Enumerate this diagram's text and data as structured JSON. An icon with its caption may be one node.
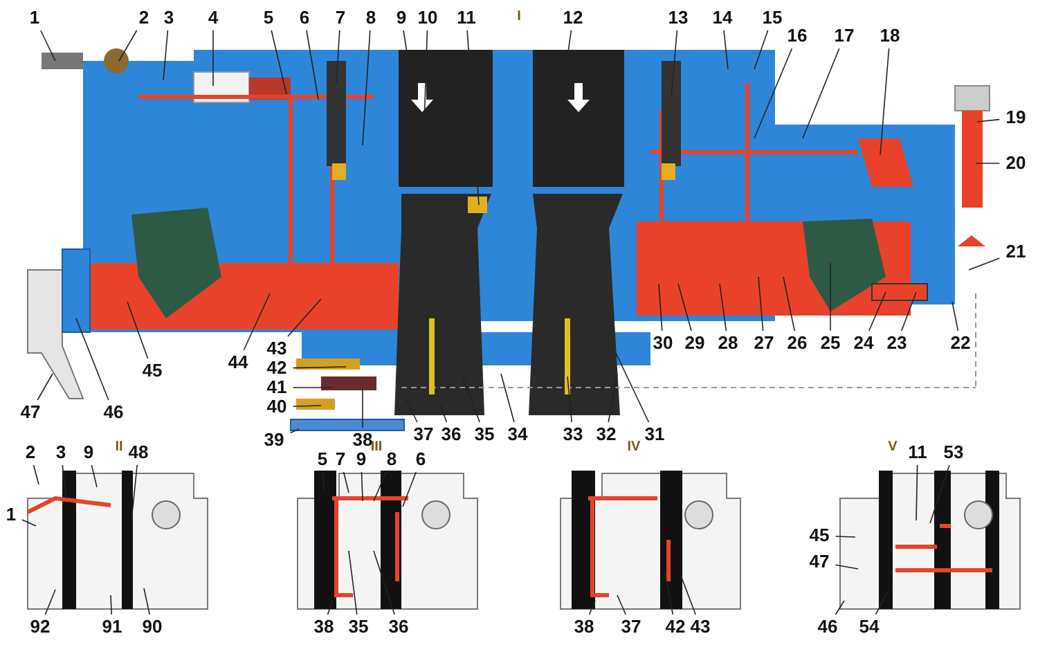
{
  "diagram": {
    "nodes": [
      {
        "text": [
          "1"
        ]
      },
      {
        "text": [
          "2"
        ]
      },
      {
        "text": [
          "3"
        ]
      },
      {
        "text": [
          "4"
        ]
      },
      {
        "text": [
          "5"
        ]
      },
      {
        "text": [
          "6"
        ]
      },
      {
        "text": [
          "7"
        ]
      },
      {
        "text": [
          "8"
        ]
      },
      {
        "text": [
          "9"
        ]
      },
      {
        "text": [
          "10"
        ]
      },
      {
        "text": [
          "11"
        ]
      },
      {
        "text": [
          "12"
        ]
      },
      {
        "text": [
          "13"
        ]
      },
      {
        "text": [
          "14"
        ]
      },
      {
        "text": [
          "15"
        ]
      },
      {
        "text": [
          "16"
        ]
      },
      {
        "text": [
          "17"
        ]
      },
      {
        "text": [
          "18"
        ]
      },
      {
        "text": [
          "19"
        ]
      },
      {
        "text": [
          "20"
        ]
      },
      {
        "text": [
          "21"
        ]
      },
      {
        "text": [
          "22"
        ]
      },
      {
        "text": [
          "23"
        ]
      },
      {
        "text": [
          "24"
        ]
      },
      {
        "text": [
          "25"
        ]
      },
      {
        "text": [
          "26"
        ]
      },
      {
        "text": [
          "27"
        ]
      },
      {
        "text": [
          "28"
        ]
      },
      {
        "text": [
          "29"
        ]
      },
      {
        "text": [
          "30"
        ]
      },
      {
        "text": [
          "31"
        ]
      },
      {
        "text": [
          "32"
        ]
      },
      {
        "text": [
          "33"
        ]
      },
      {
        "text": [
          "34"
        ]
      },
      {
        "text": [
          "35"
        ]
      },
      {
        "text": [
          "36"
        ]
      },
      {
        "text": [
          "37"
        ]
      },
      {
        "text": [
          "38"
        ]
      },
      {
        "text": [
          "39"
        ]
      },
      {
        "text": [
          "40"
        ]
      },
      {
        "text": [
          "41"
        ]
      },
      {
        "text": [
          "42"
        ]
      },
      {
        "text": [
          "43"
        ]
      },
      {
        "text": [
          "44"
        ]
      },
      {
        "text": [
          "45"
        ]
      },
      {
        "text": [
          "46"
        ]
      },
      {
        "text": [
          "47"
        ]
      },
      {
        "text": [
          "2"
        ]
      },
      {
        "text": [
          "3"
        ]
      },
      {
        "text": [
          "9"
        ]
      },
      {
        "text": [
          "48"
        ]
      },
      {
        "text": [
          "1"
        ]
      },
      {
        "text": [
          "92"
        ]
      },
      {
        "text": [
          "91"
        ]
      },
      {
        "text": [
          "90"
        ]
      },
      {
        "text": [
          "5"
        ]
      },
      {
        "text": [
          "7"
        ]
      },
      {
        "text": [
          "9"
        ]
      },
      {
        "text": [
          "8"
        ]
      },
      {
        "text": [
          "6"
        ]
      },
      {
        "text": [
          "38"
        ]
      },
      {
        "text": [
          "35"
        ]
      },
      {
        "text": [
          "36"
        ]
      },
      {
        "text": [
          "38"
        ]
      },
      {
        "text": [
          "37"
        ]
      },
      {
        "text": [
          "42"
        ]
      },
      {
        "text": [
          "43"
        ]
      },
      {
        "text": [
          "11"
        ]
      },
      {
        "text": [
          "53"
        ]
      },
      {
        "text": [
          "45"
        ]
      },
      {
        "text": [
          "47"
        ]
      },
      {
        "text": [
          "46"
        ]
      },
      {
        "text": [
          "54"
        ]
      }
    ],
    "edges": [
      {
        "from": 0,
        "to": null,
        "arrow": "none"
      },
      {
        "from": 1,
        "to": null,
        "arrow": "none"
      },
      {
        "from": 2,
        "to": null,
        "arrow": "none"
      },
      {
        "from": 3,
        "to": null,
        "arrow": "none"
      },
      {
        "from": 4,
        "to": null,
        "arrow": "none"
      },
      {
        "from": 5,
        "to": null,
        "arrow": "none"
      },
      {
        "from": 6,
        "to": null,
        "arrow": "none"
      },
      {
        "from": 7,
        "to": null,
        "arrow": "none"
      },
      {
        "from": 8,
        "to": null,
        "arrow": "none"
      },
      {
        "from": 9,
        "to": null,
        "arrow": "none"
      },
      {
        "from": 10,
        "to": null,
        "arrow": "none"
      },
      {
        "from": 11,
        "to": null,
        "arrow": "none"
      },
      {
        "from": 12,
        "to": null,
        "arrow": "none"
      },
      {
        "from": 13,
        "to": null,
        "arrow": "none"
      },
      {
        "from": 14,
        "to": null,
        "arrow": "none"
      },
      {
        "from": 15,
        "to": null,
        "arrow": "none"
      },
      {
        "from": 16,
        "to": null,
        "arrow": "none"
      },
      {
        "from": 17,
        "to": null,
        "arrow": "none"
      },
      {
        "from": 18,
        "to": null,
        "arrow": "none"
      },
      {
        "from": 19,
        "to": null,
        "arrow": "none"
      },
      {
        "from": 20,
        "to": null,
        "arrow": "none"
      },
      {
        "from": 21,
        "to": null,
        "arrow": "none"
      },
      {
        "from": 22,
        "to": null,
        "arrow": "none"
      },
      {
        "from": 23,
        "to": null,
        "arrow": "none"
      },
      {
        "from": 24,
        "to": null,
        "arrow": "none"
      },
      {
        "from": 25,
        "to": null,
        "arrow": "none"
      },
      {
        "from": 26,
        "to": null,
        "arrow": "none"
      },
      {
        "from": 27,
        "to": null,
        "arrow": "none"
      },
      {
        "from": 28,
        "to": null,
        "arrow": "none"
      },
      {
        "from": 29,
        "to": null,
        "arrow": "none"
      },
      {
        "from": 30,
        "to": null,
        "arrow": "none"
      },
      {
        "from": 31,
        "to": null,
        "arrow": "none"
      },
      {
        "from": 32,
        "to": null,
        "arrow": "none"
      },
      {
        "from": 33,
        "to": null,
        "arrow": "none"
      },
      {
        "from": 34,
        "to": null,
        "arrow": "none"
      },
      {
        "from": 35,
        "to": null,
        "arrow": "none"
      },
      {
        "from": 36,
        "to": null,
        "arrow": "none"
      },
      {
        "from": 37,
        "to": null,
        "arrow": "none"
      },
      {
        "from": 38,
        "to": null,
        "arrow": "none"
      },
      {
        "from": 39,
        "to": null,
        "arrow": "none"
      },
      {
        "from": 40,
        "to": null,
        "arrow": "none"
      },
      {
        "from": 41,
        "to": null,
        "arrow": "none"
      },
      {
        "from": 42,
        "to": null,
        "arrow": "none"
      },
      {
        "from": 43,
        "to": null,
        "arrow": "none"
      },
      {
        "from": 44,
        "to": null,
        "arrow": "none"
      },
      {
        "from": 45,
        "to": null,
        "arrow": "none"
      },
      {
        "from": 46,
        "to": null,
        "arrow": "none"
      },
      {
        "from": 47,
        "to": null,
        "arrow": "none"
      },
      {
        "from": 48,
        "to": null,
        "arrow": "none"
      },
      {
        "from": 49,
        "to": null,
        "arrow": "none"
      },
      {
        "from": 50,
        "to": null,
        "arrow": "none"
      },
      {
        "from": 51,
        "to": null,
        "arrow": "none"
      },
      {
        "from": 52,
        "to": null,
        "arrow": "none"
      },
      {
        "from": 53,
        "to": null,
        "arrow": "none"
      },
      {
        "from": 54,
        "to": null,
        "arrow": "none"
      },
      {
        "from": 55,
        "to": null,
        "arrow": "none"
      },
      {
        "from": 56,
        "to": null,
        "arrow": "none"
      },
      {
        "from": 57,
        "to": null,
        "arrow": "none"
      },
      {
        "from": 58,
        "to": null,
        "arrow": "none"
      },
      {
        "from": 59,
        "to": null,
        "arrow": "none"
      },
      {
        "from": 60,
        "to": null,
        "arrow": "none"
      },
      {
        "from": 61,
        "to": null,
        "arrow": "none"
      },
      {
        "from": 62,
        "to": null,
        "arrow": "none"
      },
      {
        "from": 63,
        "to": null,
        "arrow": "none"
      },
      {
        "from": 64,
        "to": null,
        "arrow": "none"
      },
      {
        "from": 65,
        "to": null,
        "arrow": "none"
      },
      {
        "from": 66,
        "to": null,
        "arrow": "none"
      },
      {
        "from": 67,
        "to": null,
        "arrow": "none"
      },
      {
        "from": 68,
        "to": null,
        "arrow": "none"
      },
      {
        "from": 69,
        "to": null,
        "arrow": "none"
      },
      {
        "from": 70,
        "to": null,
        "arrow": "none"
      },
      {
        "from": 71,
        "to": null,
        "arrow": "none"
      },
      {
        "from": 72,
        "to": null,
        "arrow": "none"
      }
    ],
    "labels": [
      "I",
      "II",
      "III",
      "IV",
      "V"
    ]
  }
}
